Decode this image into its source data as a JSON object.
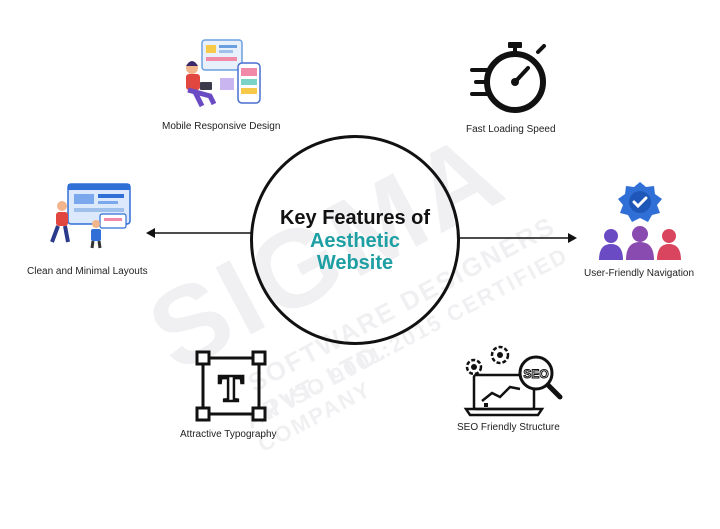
{
  "center": {
    "line1": "Key Features of",
    "line2": "Aesthetic",
    "line3": "Website"
  },
  "features": {
    "mobile": "Mobile Responsive Design",
    "speed": "Fast Loading Speed",
    "layout": "Clean and Minimal Layouts",
    "navigation": "User-Friendly Navigation",
    "typography": "Attractive Typography",
    "seo": "SEO Friendly Structure"
  },
  "icons": {
    "mobile": "mobile-devices-icon",
    "speed": "stopwatch-icon",
    "layout": "web-layout-icon",
    "navigation": "users-badge-icon",
    "typography": "text-frame-icon",
    "seo": "seo-laptop-icon",
    "seo_text": "SEO",
    "typography_letter": "T"
  },
  "watermark": {
    "logo": "SIGMA",
    "line1": "SOFTWARE DESIGNERS PVT. LTD.",
    "line2": "AN ISO 9001:2015 CERTIFIED COMPANY"
  },
  "colors": {
    "accent": "#1e9fa3",
    "primary_text": "#111111",
    "blue": "#2f6fd6",
    "red": "#d9455f",
    "purple": "#6a4bc4"
  }
}
